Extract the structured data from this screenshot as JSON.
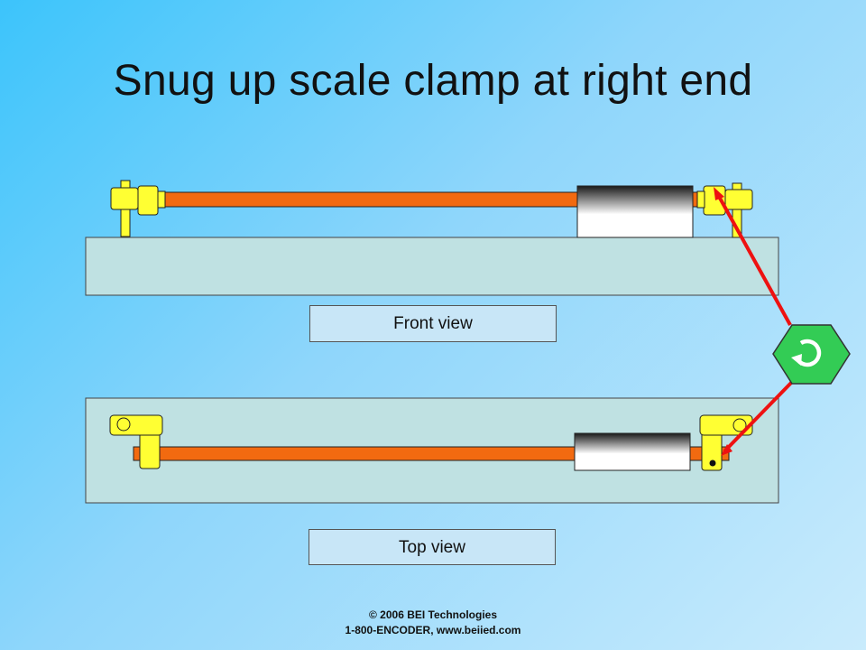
{
  "slide": {
    "title": "Snug up scale clamp at right end",
    "front_caption": "Front view",
    "top_caption": "Top view",
    "footer_line1": "© 2006 BEI Technologies",
    "footer_line2": "1-800-ENCODER,  www.beiied.com"
  },
  "colors": {
    "base": "#bfe1e2",
    "scale": "#f26a10",
    "clamp": "#ffff33",
    "arrow": "#ee1111",
    "nut": "#33cc55"
  },
  "icons": {
    "tool": "rotate-arrow-icon"
  }
}
